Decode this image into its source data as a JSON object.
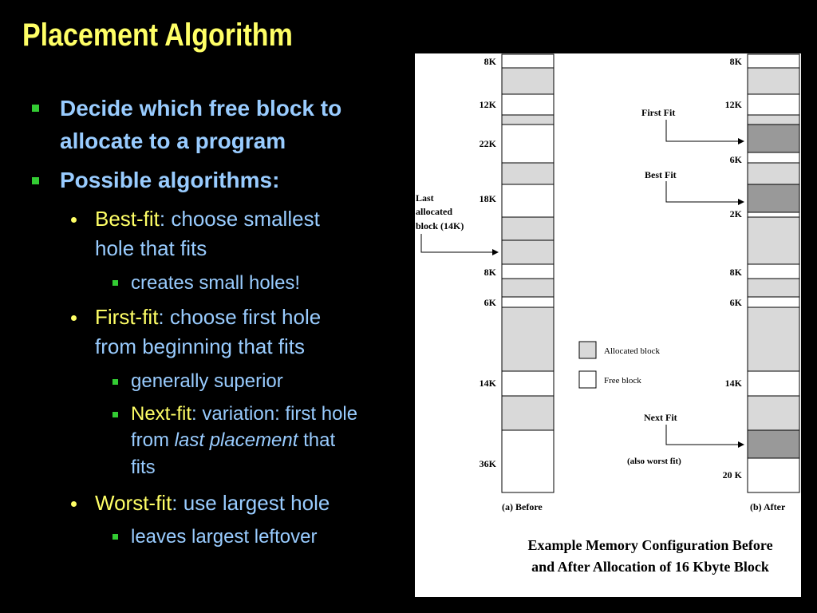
{
  "slide": {
    "title": "Placement Algorithm",
    "bullets": {
      "b1_line1": "Decide which free block to",
      "b1_line2": "allocate to a program",
      "b2": "Possible algorithms:",
      "best_label": "Best-fit",
      "best_text1": ": choose smallest",
      "best_text2": "hole that fits",
      "best_sub": "creates small holes!",
      "first_label": "First-fit",
      "first_text1": ": choose first hole",
      "first_text2": "from beginning that fits",
      "first_sub": "generally superior",
      "next_label": "Next-fit",
      "next_text1": ": variation: first hole",
      "next_text2a": "from ",
      "next_text2b": "last placement",
      "next_text2c": " that",
      "next_text3": "fits",
      "worst_label": "Worst-fit",
      "worst_text": ": use largest hole",
      "worst_sub": "leaves largest leftover"
    }
  },
  "diagram": {
    "before_blocks": [
      "8K",
      "12K",
      "22K",
      "18K",
      "8K",
      "6K",
      "14K",
      "36K"
    ],
    "after_blocks": [
      "8K",
      "12K",
      "6K",
      "2K",
      "8K",
      "6K",
      "14K",
      "20 K"
    ],
    "last_allocated_label": [
      "Last",
      "allocated",
      "block (14K)"
    ],
    "first_fit_label": "First Fit",
    "best_fit_label": "Best Fit",
    "next_fit_label": "Next Fit",
    "worst_fit_note": "(also worst fit)",
    "legend_allocated": "Allocated block",
    "legend_free": "Free block",
    "before_caption": "(a) Before",
    "after_caption": "(b) After",
    "caption_line1": "Example Memory Configuration Before",
    "caption_line2": "and After Allocation of 16 Kbyte Block",
    "colors": {
      "allocated": "#d9d9d9",
      "new_allocation": "#999999",
      "free": "#ffffff"
    }
  }
}
